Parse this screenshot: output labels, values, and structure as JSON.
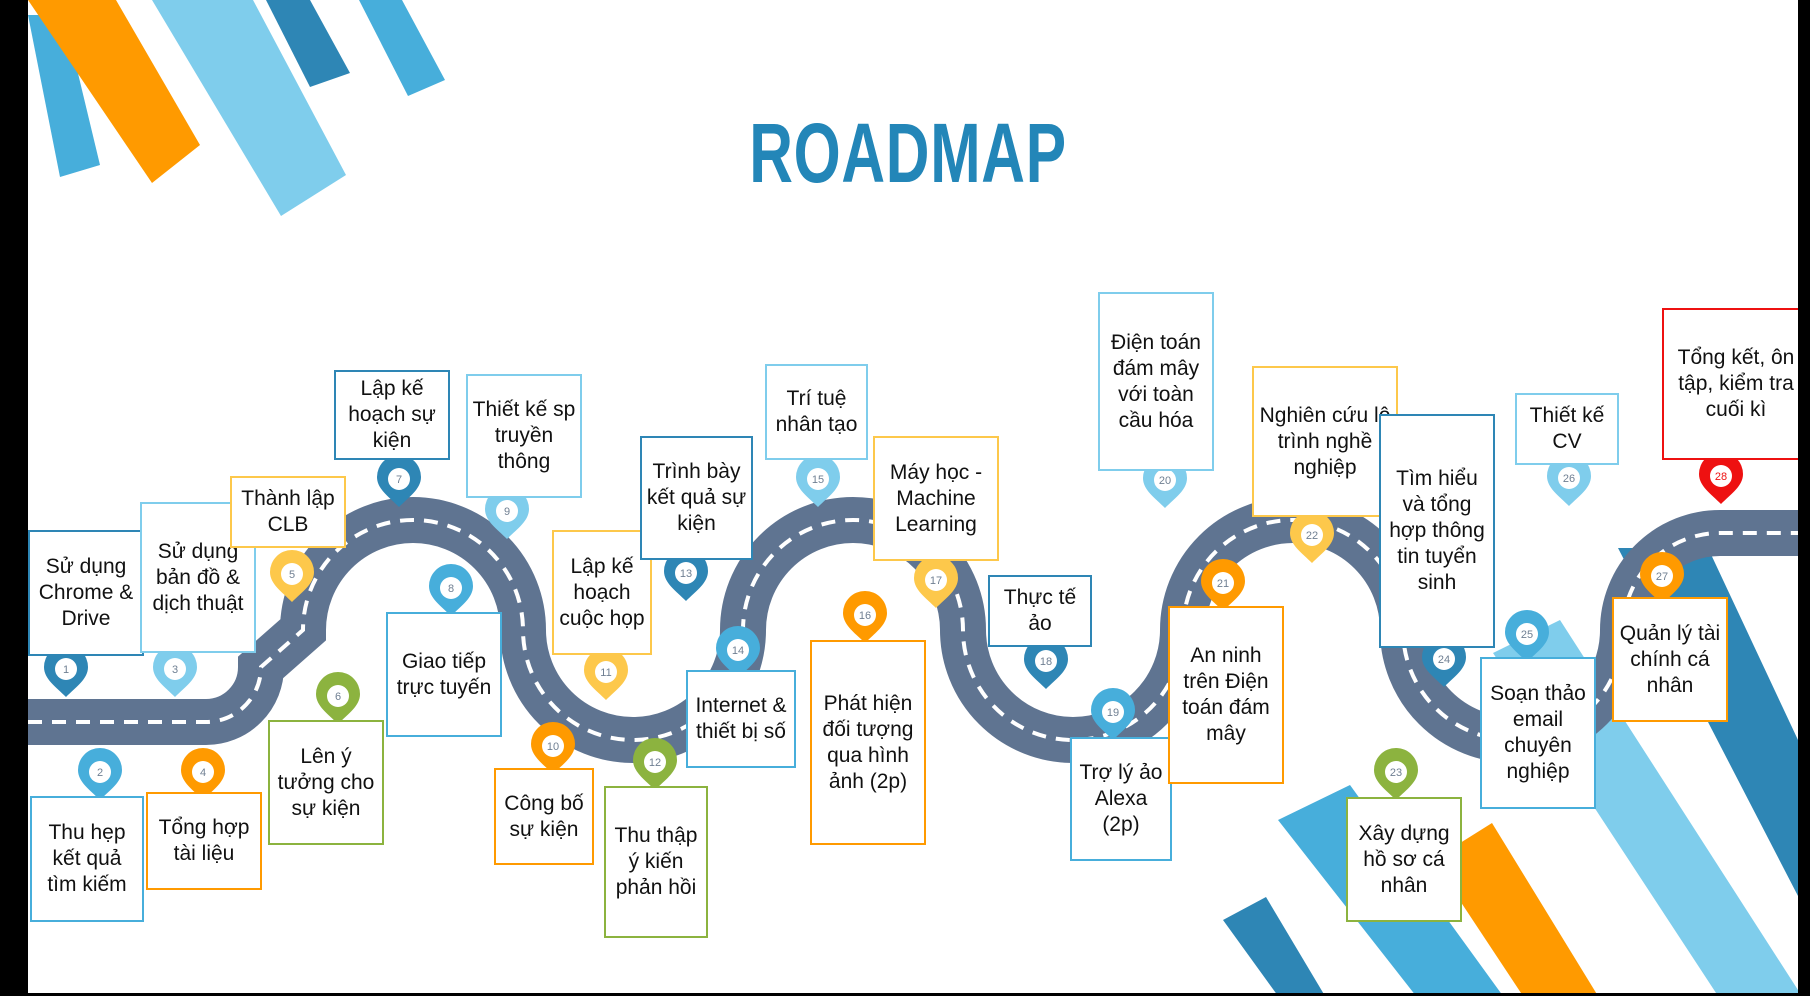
{
  "title": "ROADMAP",
  "colors": {
    "road": "#5f7491",
    "road_dash": "#ffffff",
    "blue_dark": "#2e86b5",
    "blue_mid": "#47aedb",
    "blue_light": "#7fcdec",
    "orange": "#ff9a00",
    "yellow": "#fdc84b",
    "green": "#8cb33f",
    "red": "#ee1111",
    "title": "#2386b8"
  },
  "milestones": [
    {
      "n": "1",
      "label": "Sử dụng Chrome & Drive",
      "color": "#2e86b5"
    },
    {
      "n": "2",
      "label": "Thu hẹp kết quả tìm kiếm",
      "color": "#47aedb"
    },
    {
      "n": "3",
      "label": "Sử dụng bản đồ & dịch thuật",
      "color": "#7fcdec"
    },
    {
      "n": "4",
      "label": "Tổng hợp tài liệu",
      "color": "#ff9a00"
    },
    {
      "n": "5",
      "label": "Thành lập CLB",
      "color": "#fdc84b"
    },
    {
      "n": "6",
      "label": "Lên ý tưởng cho sự kiện",
      "color": "#8cb33f"
    },
    {
      "n": "7",
      "label": "Lập kế hoạch sự kiện",
      "color": "#2e86b5"
    },
    {
      "n": "8",
      "label": "Giao tiếp trực tuyến",
      "color": "#47aedb"
    },
    {
      "n": "9",
      "label": "Thiết kế sp truyền thông",
      "color": "#7fcdec"
    },
    {
      "n": "10",
      "label": "Công bố sự kiện",
      "color": "#ff9a00"
    },
    {
      "n": "11",
      "label": "Lập kế hoạch cuộc họp",
      "color": "#fdc84b"
    },
    {
      "n": "12",
      "label": "Thu thập ý kiến phản hồi",
      "color": "#8cb33f"
    },
    {
      "n": "13",
      "label": "Trình bày kết quả sự kiện",
      "color": "#2e86b5"
    },
    {
      "n": "14",
      "label": "Internet & thiết bị số",
      "color": "#47aedb"
    },
    {
      "n": "15",
      "label": "Trí tuệ nhân tạo",
      "color": "#7fcdec"
    },
    {
      "n": "16",
      "label": "Phát hiện đối tượng qua hình ảnh (2p)",
      "color": "#ff9a00"
    },
    {
      "n": "17",
      "label": "Máy học - Machine Learning",
      "color": "#fdc84b"
    },
    {
      "n": "18",
      "label": "Thực tế ảo",
      "color": "#2e86b5"
    },
    {
      "n": "19",
      "label": "Trợ lý ảo Alexa (2p)",
      "color": "#47aedb"
    },
    {
      "n": "20",
      "label": "Điện toán đám mây với toàn cầu hóa",
      "color": "#7fcdec"
    },
    {
      "n": "21",
      "label": "An ninh trên Điện toán đám mây",
      "color": "#ff9a00"
    },
    {
      "n": "22",
      "label": "Nghiên cứu lộ trình nghề nghiệp",
      "color": "#fdc84b"
    },
    {
      "n": "23",
      "label": "Xây dựng hồ sơ cá nhân",
      "color": "#8cb33f"
    },
    {
      "n": "24",
      "label": "Tìm hiểu và tổng hợp thông tin tuyển sinh",
      "color": "#2e86b5"
    },
    {
      "n": "25",
      "label": "Soạn thảo email chuyên nghiệp",
      "color": "#47aedb"
    },
    {
      "n": "26",
      "label": "Thiết kế CV",
      "color": "#7fcdec"
    },
    {
      "n": "27",
      "label": "Quản lý tài chính cá nhân",
      "color": "#ff9a00"
    },
    {
      "n": "28",
      "label": "Tổng kết, ôn tập, kiểm tra cuối kì",
      "color": "#ee1111"
    }
  ]
}
